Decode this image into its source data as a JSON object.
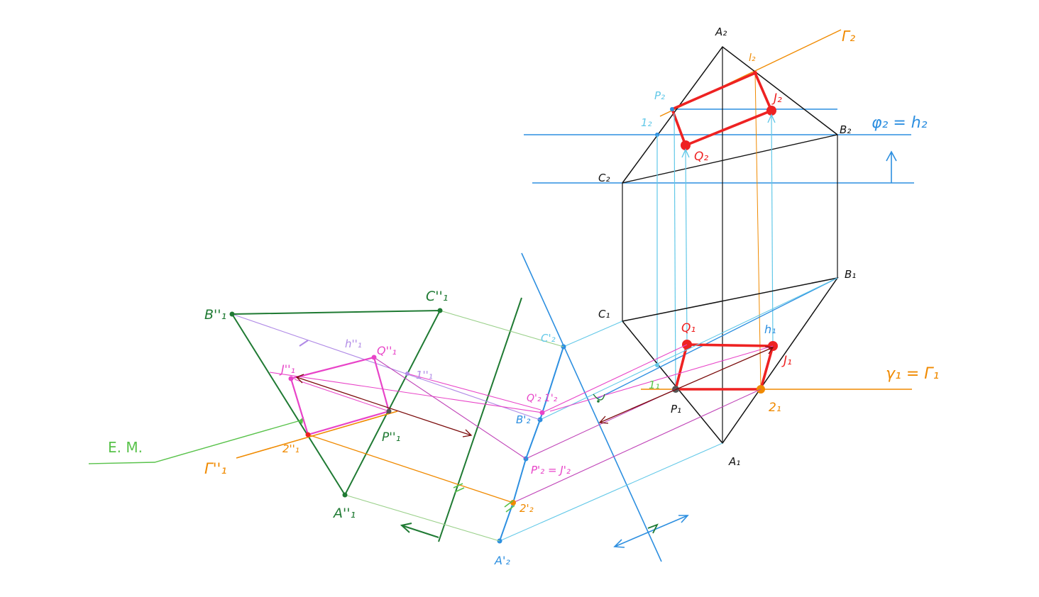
{
  "colors": {
    "black": "#111111",
    "blue": "#2d8fe0",
    "light_blue": "#62c8e8",
    "dark_green": "#1f7a33",
    "light_green": "#58c24a",
    "red": "#ee2222",
    "orange": "#f08a00",
    "pink": "#e844c8",
    "lilac": "#b08ae6",
    "dark_red": "#7a0a0a"
  },
  "labels": {
    "A2": "A₂",
    "B2": "B₂",
    "C2": "C₂",
    "A1": "A₁",
    "B1": "B₁",
    "C1": "C₁",
    "I2_top": "1₂",
    "P2": "P₂",
    "Q2": "Q₂",
    "J2": "J₂",
    "l2_top": "l₂",
    "Gamma2": "Γ₂",
    "phi2h2": "φ₂ = h₂",
    "Q1": "Q₁",
    "J1": "J₁",
    "h1": "h₁",
    "P1": "P₁",
    "one1": "1₁",
    "two1": "2₁",
    "gamma1Gamma1": "γ₁ = Γ₁",
    "C2p": "C'₂",
    "B2p": "B'₂",
    "A2p": "A'₂",
    "Q2p12p": "Q'₂ 1'₂",
    "P2pJ2p": "P'₂ = J'₂",
    "two2p": "2'₂",
    "Bpp1": "B''₁",
    "Cpp1": "C''₁",
    "App1": "A''₁",
    "hpp1": "h''₁",
    "Qpp1": "Q''₁",
    "onepp1": "1''₁",
    "Jpp1": "J''₁",
    "Ppp1": "P''₁",
    "twopp1": "2''₁",
    "Gpp1": "Γ''₁",
    "EM": "E. M."
  }
}
